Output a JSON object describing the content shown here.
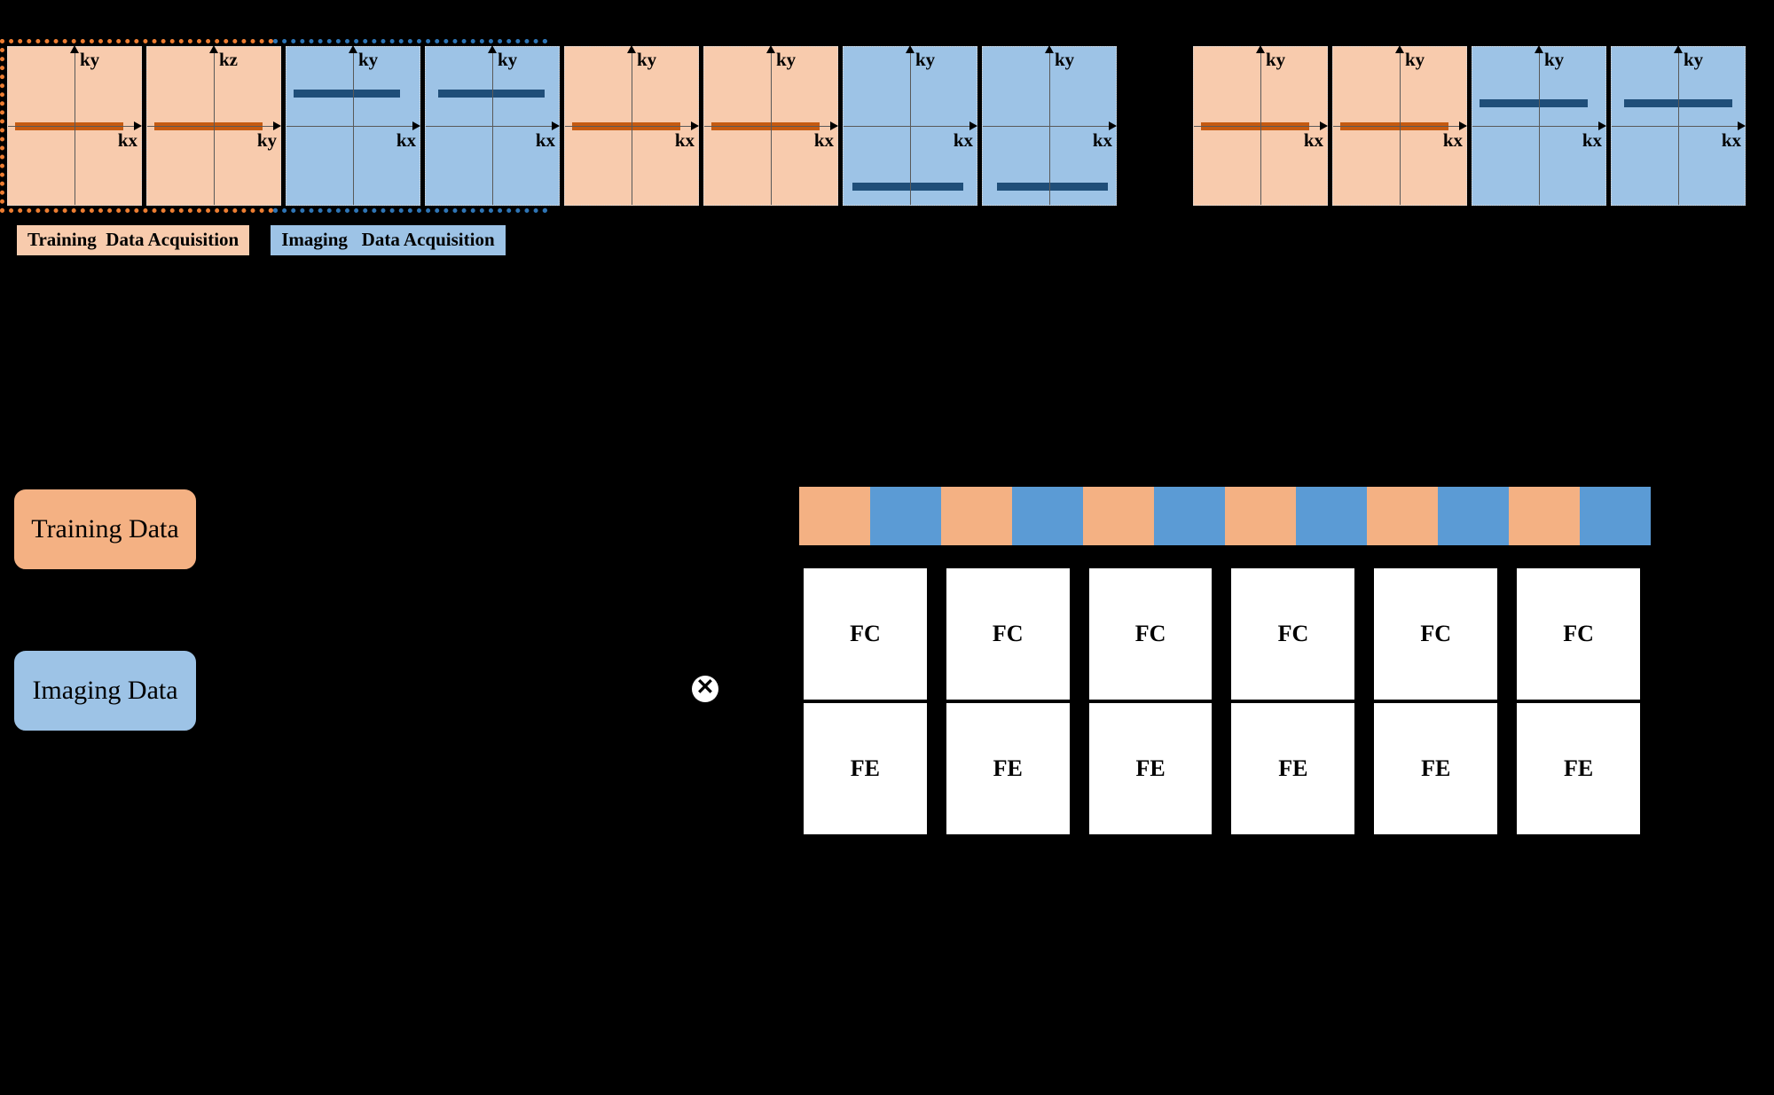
{
  "colors": {
    "training_fill": "#F8CBAD",
    "imaging_fill": "#9DC3E6",
    "training_line": "#C55A11",
    "imaging_line": "#1F4E79",
    "training_dotted_border": "#ED7D31",
    "imaging_dotted_border": "#2E75B6",
    "strip_orange": "#F4B183",
    "strip_blue": "#5B9BD5",
    "background": "#000000"
  },
  "kspace": {
    "groups": [
      {
        "name": "left-group",
        "panels": [
          {
            "fill": "training",
            "ylabel": "ky",
            "xlabel": "kx",
            "line_color": "orange",
            "line_pos": "center"
          },
          {
            "fill": "training",
            "ylabel": "kz",
            "xlabel": "ky",
            "line_color": "orange",
            "line_pos": "center"
          },
          {
            "fill": "imaging",
            "ylabel": "ky",
            "xlabel": "kx",
            "line_color": "blue",
            "line_pos": "upper"
          },
          {
            "fill": "imaging",
            "ylabel": "ky",
            "xlabel": "kx",
            "line_color": "blue",
            "line_pos": "upper"
          },
          {
            "fill": "training",
            "ylabel": "ky",
            "xlabel": "kx",
            "line_color": "orange",
            "line_pos": "center"
          },
          {
            "fill": "training",
            "ylabel": "ky",
            "xlabel": "kx",
            "line_color": "orange",
            "line_pos": "center"
          },
          {
            "fill": "imaging",
            "ylabel": "ky",
            "xlabel": "kx",
            "line_color": "blue",
            "line_pos": "lower"
          },
          {
            "fill": "imaging",
            "ylabel": "ky",
            "xlabel": "kx",
            "line_color": "blue",
            "line_pos": "lower"
          }
        ]
      },
      {
        "name": "right-group",
        "panels": [
          {
            "fill": "training",
            "ylabel": "ky",
            "xlabel": "kx",
            "line_color": "orange",
            "line_pos": "center"
          },
          {
            "fill": "training",
            "ylabel": "ky",
            "xlabel": "kx",
            "line_color": "orange",
            "line_pos": "center"
          },
          {
            "fill": "imaging",
            "ylabel": "ky",
            "xlabel": "kx",
            "line_color": "blue",
            "line_pos": "upper"
          },
          {
            "fill": "imaging",
            "ylabel": "ky",
            "xlabel": "kx",
            "line_color": "blue",
            "line_pos": "upper"
          }
        ]
      }
    ]
  },
  "acquisition_legend": {
    "training_label": "Training  Data Acquisition",
    "imaging_label": "Imaging   Data Acquisition"
  },
  "data_legend": {
    "training_label": "Training Data",
    "imaging_label": "Imaging Data"
  },
  "network": {
    "tensor_symbol": "✕",
    "strip_segments": [
      "orange",
      "blue",
      "orange",
      "blue",
      "orange",
      "blue",
      "orange",
      "blue",
      "orange",
      "blue",
      "orange",
      "blue"
    ],
    "fc_row": [
      "FC",
      "FC",
      "FC",
      "FC",
      "FC",
      "FC"
    ],
    "fe_row": [
      "FE",
      "FE",
      "FE",
      "FE",
      "FE",
      "FE"
    ]
  }
}
